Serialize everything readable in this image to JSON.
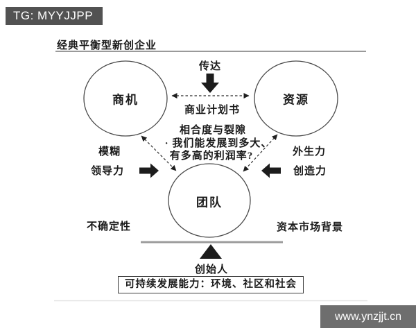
{
  "header": {
    "badge": "TG: MYYJJPP"
  },
  "diagram": {
    "title": "经典平衡型新创企业",
    "nodes": {
      "opportunity": "商机",
      "resources": "资源",
      "team": "团队"
    },
    "labels": {
      "convey": "传达",
      "business_plan": "商业计划书",
      "fit_gap_title": "相合度与裂隙",
      "fit_gap_line1": "· 我们能发展到多大、",
      "fit_gap_line2": "有多高的利润率?",
      "ambiguity": "模糊",
      "leadership": "领导力",
      "exogenous_force": "外生力",
      "creativity": "创造力",
      "uncertainty": "不确定性",
      "capital_market": "资本市场背景",
      "founder": "创始人",
      "sustainability": "可持续发展能力：环境、社区和社会"
    },
    "colors": {
      "ink": "#1a1a1a",
      "circle_stroke": "#4a4a4a",
      "beam_gray": "#9c9c9c",
      "badge_bg": "#525252",
      "watermark_bg": "#6e6e6e"
    }
  },
  "watermark": {
    "url": "www.ynzjjt.cn"
  }
}
